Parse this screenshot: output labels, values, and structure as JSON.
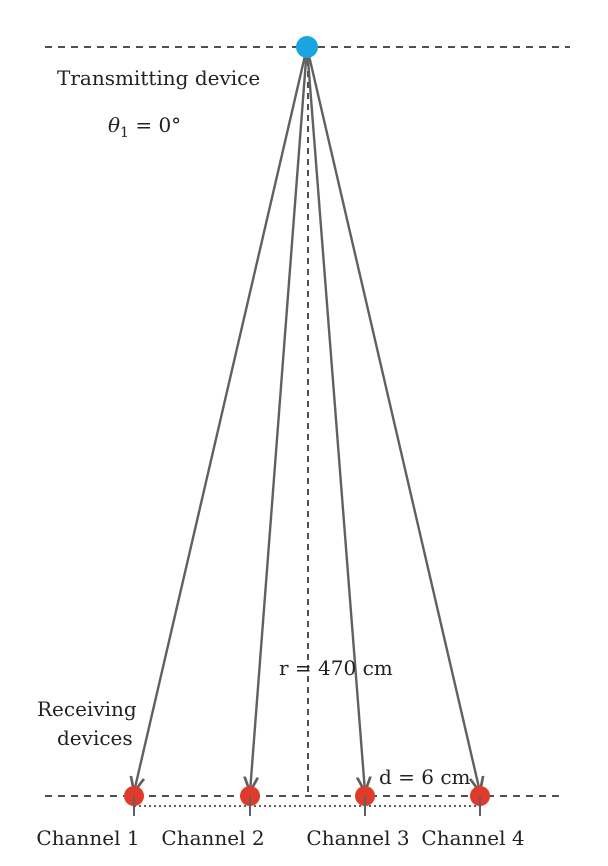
{
  "labels": {
    "transmitter": "Transmitting device",
    "angle_symbol": "θ",
    "angle_subscript": "1",
    "angle_value": " = 0°",
    "receiver_line1": "Receiving",
    "receiver_line2": "devices",
    "distance_r": "r = 470 cm",
    "spacing_d": "d = 6 cm"
  },
  "channels": [
    {
      "label": "Channel 1"
    },
    {
      "label": "Channel 2"
    },
    {
      "label": "Channel 3"
    },
    {
      "label": "Channel 4"
    }
  ],
  "colors": {
    "transmitter": "#1aa5e0",
    "receiver": "#e03a2a",
    "lines": "#606060",
    "dashed": "#505050",
    "text": "#222222"
  }
}
